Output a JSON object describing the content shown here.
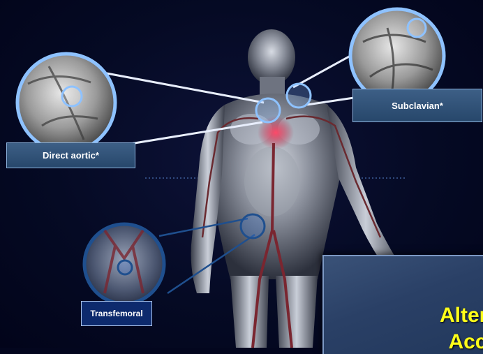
{
  "labels": {
    "subclavian": "Subclavian*",
    "direct_aortic": "Direct aortic*",
    "transfemoral": "Transfemoral"
  },
  "panel": {
    "title": "Alternate\nAccess"
  },
  "colors": {
    "background": "#03061e",
    "label_box": "#2f4f76",
    "label_box_dark": "#0d2a6d",
    "ring_light": "#8ec2ff",
    "ring_dark": "#1f4f8e",
    "title": "#ffff1a"
  },
  "icons": {
    "body_figure": "human-anatomy-figure",
    "zoom_circles": "vessel-zoom-circle"
  }
}
